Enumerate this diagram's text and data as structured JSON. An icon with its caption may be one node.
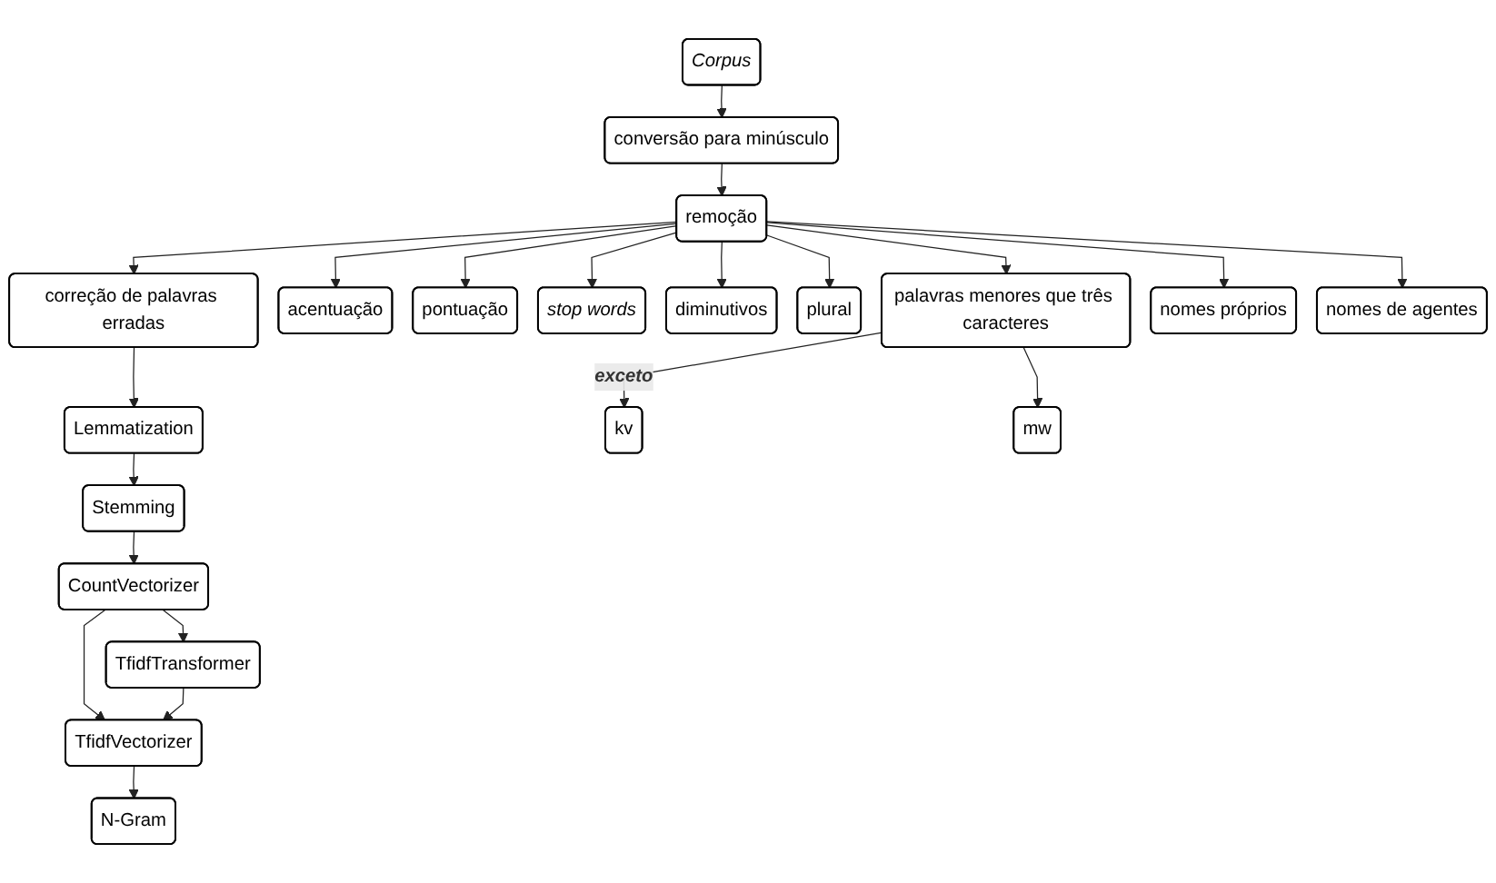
{
  "diagram": {
    "nodes": [
      {
        "text": [
          "Corpus"
        ]
      },
      {
        "text": [
          "conversão para minúsculo"
        ]
      },
      {
        "text": [
          "remoção"
        ]
      },
      {
        "text": [
          "correção de palavras erradas"
        ]
      },
      {
        "text": [
          "Lemmatization"
        ]
      },
      {
        "text": [
          "Stemming"
        ]
      },
      {
        "text": [
          "CountVectorizer"
        ]
      },
      {
        "text": [
          "TfidfTransformer"
        ]
      },
      {
        "text": [
          "TfidfVectorizer"
        ]
      },
      {
        "text": [
          "N-Gram"
        ]
      },
      {
        "text": [
          "acentuação"
        ]
      },
      {
        "text": [
          "pontuação"
        ]
      },
      {
        "text": [
          "stop words"
        ]
      },
      {
        "text": [
          "diminutivos"
        ]
      },
      {
        "text": [
          "plural"
        ]
      },
      {
        "text": [
          "palavras menores que três caracteres"
        ]
      },
      {
        "text": [
          "nomes próprios"
        ]
      },
      {
        "text": [
          "nomes de agentes"
        ]
      },
      {
        "text": [
          "kv"
        ]
      },
      {
        "text": [
          "mw"
        ]
      }
    ],
    "edges": [
      {
        "from": 0,
        "to": 1,
        "arrow": "to"
      },
      {
        "from": 1,
        "to": 2,
        "arrow": "to"
      },
      {
        "from": 2,
        "to": 3,
        "arrow": "to"
      },
      {
        "from": 3,
        "to": 4,
        "arrow": "to"
      },
      {
        "from": 4,
        "to": 5,
        "arrow": "to"
      },
      {
        "from": 5,
        "to": 6,
        "arrow": "to"
      },
      {
        "from": 6,
        "to": 7,
        "arrow": "to"
      },
      {
        "from": 6,
        "to": 8,
        "arrow": "to"
      },
      {
        "from": 7,
        "to": 8,
        "arrow": "to"
      },
      {
        "from": 8,
        "to": 9,
        "arrow": "to"
      },
      {
        "from": 2,
        "to": 10,
        "arrow": "to"
      },
      {
        "from": 2,
        "to": 11,
        "arrow": "to"
      },
      {
        "from": 2,
        "to": 12,
        "arrow": "to"
      },
      {
        "from": 2,
        "to": 13,
        "arrow": "to"
      },
      {
        "from": 2,
        "to": 14,
        "arrow": "to"
      },
      {
        "from": 2,
        "to": 15,
        "arrow": "to"
      },
      {
        "from": 2,
        "to": 16,
        "arrow": "to"
      },
      {
        "from": 2,
        "to": 17,
        "arrow": "to"
      },
      {
        "from": 15,
        "to": 18,
        "label": "exceto",
        "arrow": "to"
      },
      {
        "from": 15,
        "to": 19,
        "arrow": "to"
      }
    ]
  }
}
